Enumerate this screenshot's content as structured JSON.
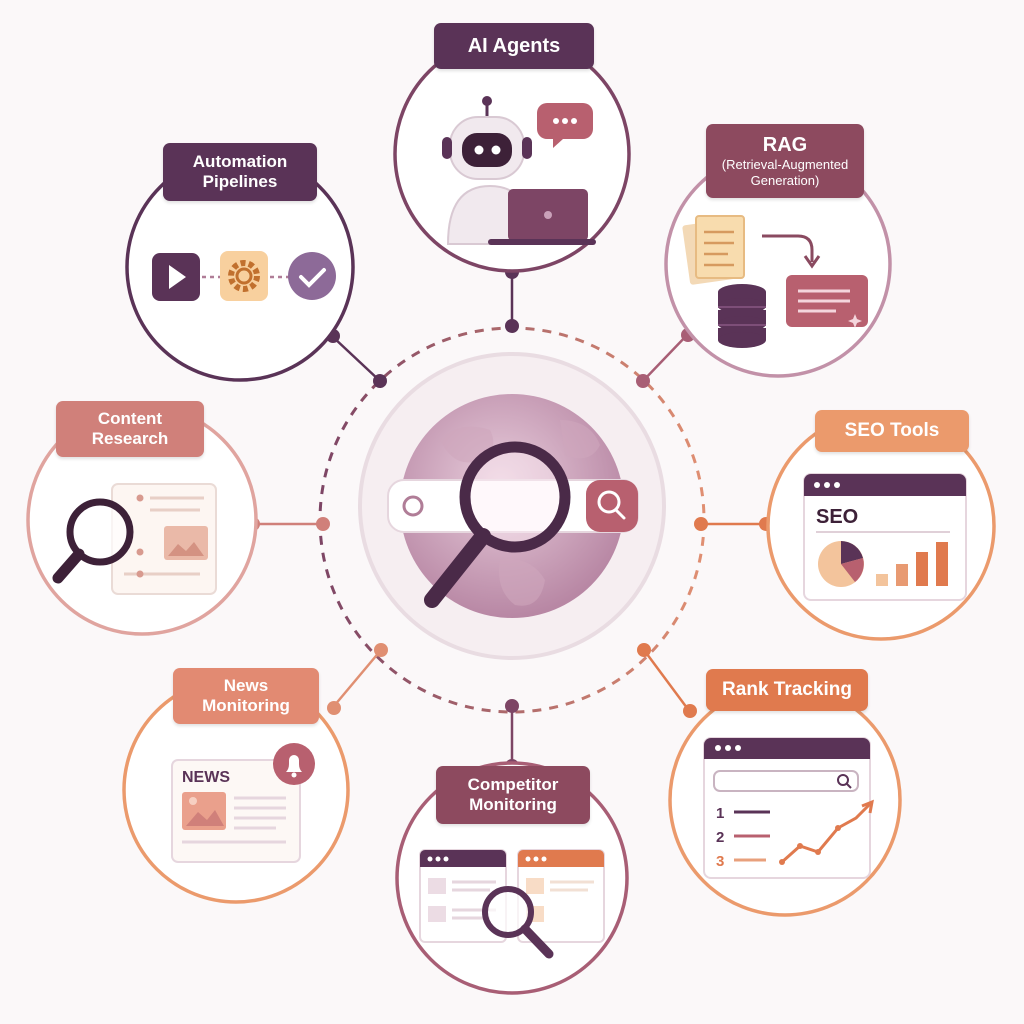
{
  "colors": {
    "dark_purple": "#5a3357",
    "plum": "#7d4565",
    "mauve": "#a85e75",
    "rose": "#d0807a",
    "salmon": "#e08f72",
    "orange": "#e07a4e",
    "light_orange": "#eb9a6c",
    "background": "#fbf8f9"
  },
  "center": {
    "icon": "globe-search-icon"
  },
  "nodes": [
    {
      "id": "ai-agents",
      "title": "AI Agents",
      "icon": "robot-laptop-icon"
    },
    {
      "id": "rag",
      "title": "RAG",
      "subtitle_line1": "(Retrieval-Augmented",
      "subtitle_line2": "Generation)",
      "icon": "document-database-icon"
    },
    {
      "id": "seo-tools",
      "title": "SEO Tools",
      "icon": "seo-dashboard-icon",
      "panel_text": "SEO"
    },
    {
      "id": "rank-tracking",
      "title": "Rank Tracking",
      "icon": "ranking-chart-icon",
      "ranks": [
        "1",
        "2",
        "3"
      ]
    },
    {
      "id": "competitor-monitoring",
      "title_line1": "Competitor",
      "title_line2": "Monitoring",
      "icon": "compare-windows-icon"
    },
    {
      "id": "news-monitoring",
      "title_line1": "News",
      "title_line2": "Monitoring",
      "icon": "newspaper-bell-icon",
      "panel_text": "NEWS"
    },
    {
      "id": "content-research",
      "title_line1": "Content",
      "title_line2": "Research",
      "icon": "magnifier-article-icon"
    },
    {
      "id": "automation-pipelines",
      "title_line1": "Automation",
      "title_line2": "Pipelines",
      "icon": "play-gear-check-icon"
    }
  ]
}
